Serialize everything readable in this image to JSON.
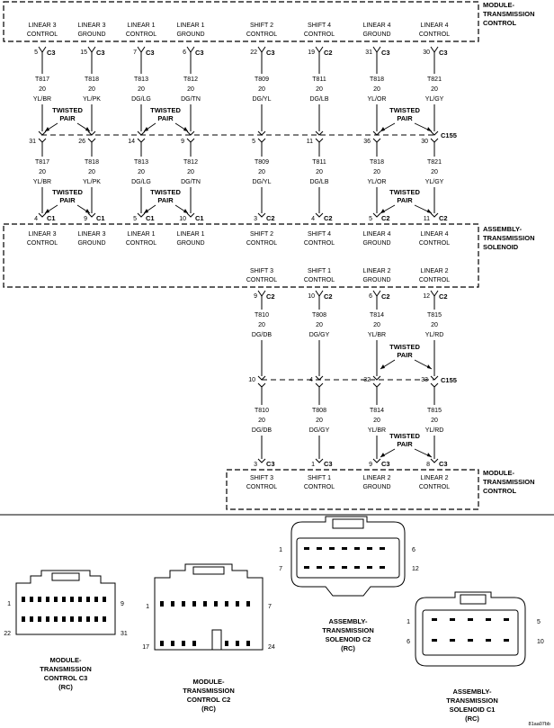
{
  "modules": {
    "top": [
      "MODULE-",
      "TRANSMISSION",
      "CONTROL"
    ],
    "middle": [
      "ASSEMBLY-",
      "TRANSMISSION",
      "SOLENOID"
    ],
    "lower": [
      "MODULE-",
      "TRANSMISSION",
      "CONTROL"
    ]
  },
  "inline_connector": "C155",
  "twisted_pair": [
    "TWISTED",
    "PAIR"
  ],
  "section1": {
    "columns": [
      {
        "top_label": [
          "LINEAR 3",
          "CONTROL"
        ],
        "top_pin": "5",
        "top_conn": "C3",
        "wire_upper": [
          "T817",
          "20",
          "YL/BR"
        ],
        "c155_pin": "31",
        "wire_lower": [
          "T817",
          "20",
          "YL/BR"
        ],
        "bot_pin": "4",
        "bot_conn": "C1",
        "bot_label": [
          "LINEAR 3",
          "CONTROL"
        ]
      },
      {
        "top_label": [
          "LINEAR 3",
          "GROUND"
        ],
        "top_pin": "15",
        "top_conn": "C3",
        "wire_upper": [
          "T818",
          "20",
          "YL/PK"
        ],
        "c155_pin": "26",
        "wire_lower": [
          "T818",
          "20",
          "YL/PK"
        ],
        "bot_pin": "9",
        "bot_conn": "C1",
        "bot_label": [
          "LINEAR 3",
          "GROUND"
        ]
      },
      {
        "top_label": [
          "LINEAR 1",
          "CONTROL"
        ],
        "top_pin": "7",
        "top_conn": "C3",
        "wire_upper": [
          "T813",
          "20",
          "DG/LG"
        ],
        "c155_pin": "14",
        "wire_lower": [
          "T813",
          "20",
          "DG/LG"
        ],
        "bot_pin": "5",
        "bot_conn": "C1",
        "bot_label": [
          "LINEAR 1",
          "CONTROL"
        ]
      },
      {
        "top_label": [
          "LINEAR 1",
          "GROUND"
        ],
        "top_pin": "6",
        "top_conn": "C3",
        "wire_upper": [
          "T812",
          "20",
          "DG/TN"
        ],
        "c155_pin": "9",
        "wire_lower": [
          "T812",
          "20",
          "DG/TN"
        ],
        "bot_pin": "10",
        "bot_conn": "C1",
        "bot_label": [
          "LINEAR 1",
          "GROUND"
        ]
      },
      {
        "top_label": [
          "SHIFT 2",
          "CONTROL"
        ],
        "top_pin": "22",
        "top_conn": "C3",
        "wire_upper": [
          "T809",
          "20",
          "DG/YL"
        ],
        "c155_pin": "5",
        "wire_lower": [
          "T809",
          "20",
          "DG/YL"
        ],
        "bot_pin": "3",
        "bot_conn": "C2",
        "bot_label": [
          "SHIFT 2",
          "CONTROL"
        ]
      },
      {
        "top_label": [
          "SHIFT 4",
          "CONTROL"
        ],
        "top_pin": "19",
        "top_conn": "C2",
        "wire_upper": [
          "T811",
          "20",
          "DG/LB"
        ],
        "c155_pin": "11",
        "wire_lower": [
          "T811",
          "20",
          "DG/LB"
        ],
        "bot_pin": "4",
        "bot_conn": "C2",
        "bot_label": [
          "SHIFT 4",
          "CONTROL"
        ]
      },
      {
        "top_label": [
          "LINEAR 4",
          "GROUND"
        ],
        "top_pin": "31",
        "top_conn": "C3",
        "wire_upper": [
          "T818",
          "20",
          "YL/OR"
        ],
        "c155_pin": "36",
        "wire_lower": [
          "T818",
          "20",
          "YL/OR"
        ],
        "bot_pin": "5",
        "bot_conn": "C2",
        "bot_label": [
          "LINEAR 4",
          "GROUND"
        ]
      },
      {
        "top_label": [
          "LINEAR 4",
          "CONTROL"
        ],
        "top_pin": "30",
        "top_conn": "C3",
        "wire_upper": [
          "T821",
          "20",
          "YL/GY"
        ],
        "c155_pin": "30",
        "wire_lower": [
          "T821",
          "20",
          "YL/GY"
        ],
        "bot_pin": "11",
        "bot_conn": "C2",
        "bot_label": [
          "LINEAR 4",
          "CONTROL"
        ]
      }
    ]
  },
  "section2": {
    "columns": [
      {
        "top_label": [
          "SHIFT 3",
          "CONTROL"
        ],
        "top_pin": "9",
        "top_conn": "C2",
        "wire_upper": [
          "T810",
          "20",
          "DG/DB"
        ],
        "c155_pin": "10",
        "wire_lower": [
          "T810",
          "20",
          "DG/DB"
        ],
        "bot_pin": "3",
        "bot_conn": "C3",
        "bot_label": [
          "SHIFT 3",
          "CONTROL"
        ]
      },
      {
        "top_label": [
          "SHIFT 1",
          "CONTROL"
        ],
        "top_pin": "10",
        "top_conn": "C2",
        "wire_upper": [
          "T808",
          "20",
          "DG/GY"
        ],
        "c155_pin": "4",
        "wire_lower": [
          "T808",
          "20",
          "DG/GY"
        ],
        "bot_pin": "1",
        "bot_conn": "C3",
        "bot_label": [
          "SHIFT 1",
          "CONTROL"
        ]
      },
      {
        "top_label": [
          "LINEAR 2",
          "GROUND"
        ],
        "top_pin": "6",
        "top_conn": "C2",
        "wire_upper": [
          "T814",
          "20",
          "YL/BR"
        ],
        "c155_pin": "32",
        "wire_lower": [
          "T814",
          "20",
          "YL/BR"
        ],
        "bot_pin": "9",
        "bot_conn": "C3",
        "bot_label": [
          "LINEAR 2",
          "GROUND"
        ]
      },
      {
        "top_label": [
          "LINEAR 2",
          "CONTROL"
        ],
        "top_pin": "12",
        "top_conn": "C2",
        "wire_upper": [
          "T815",
          "20",
          "YL/RD"
        ],
        "c155_pin": "33",
        "wire_lower": [
          "T815",
          "20",
          "YL/RD"
        ],
        "bot_pin": "8",
        "bot_conn": "C3",
        "bot_label": [
          "LINEAR 2",
          "CONTROL"
        ]
      }
    ]
  },
  "connector_views": {
    "c3": {
      "title": [
        "MODULE-",
        "TRANSMISSION",
        "CONTROL C3",
        "(RC)"
      ],
      "pins": [
        "1",
        "9",
        "22",
        "31"
      ]
    },
    "c2_module": {
      "title": [
        "MODULE-",
        "TRANSMISSION",
        "CONTROL C2",
        "(RC)"
      ],
      "pins": [
        "1",
        "7",
        "17",
        "24"
      ]
    },
    "c2_solenoid": {
      "title": [
        "ASSEMBLY-",
        "TRANSMISSION",
        "SOLENOID C2",
        "(RC)"
      ],
      "pins": [
        "1",
        "6",
        "7",
        "12"
      ]
    },
    "c1_solenoid": {
      "title": [
        "ASSEMBLY-",
        "TRANSMISSION",
        "SOLENOID C1",
        "(RC)"
      ],
      "pins": [
        "1",
        "5",
        "6",
        "10"
      ]
    }
  },
  "figure_id": "81aa07bb"
}
